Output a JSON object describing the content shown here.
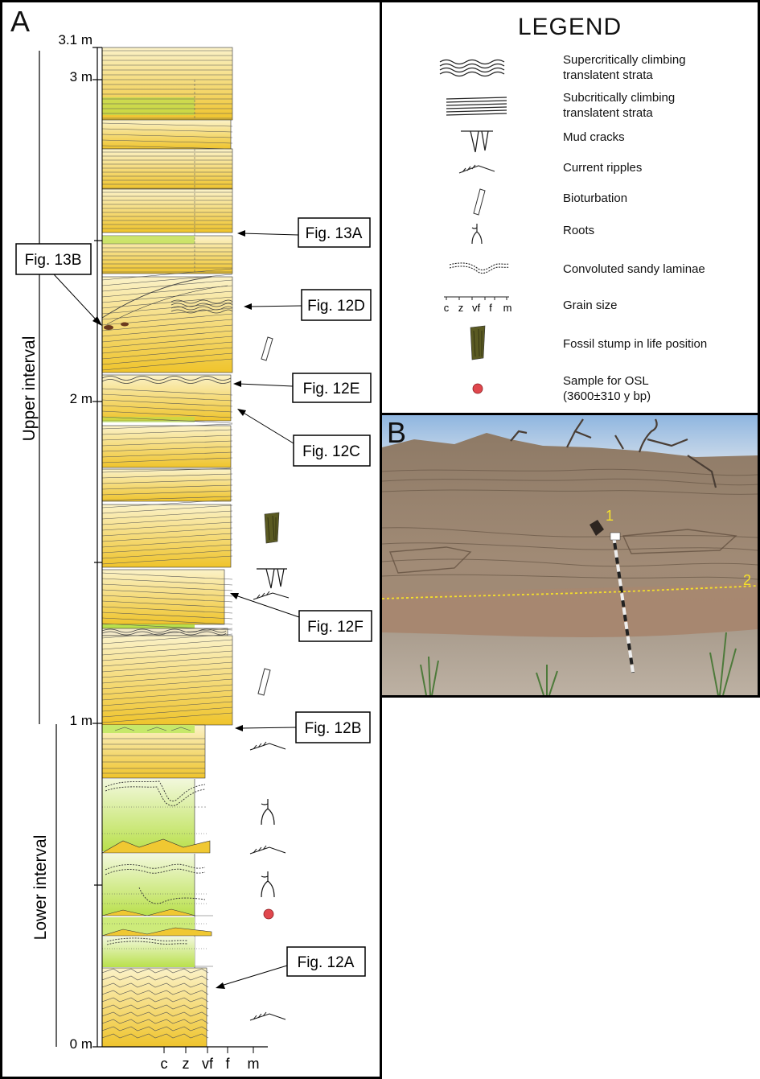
{
  "panel_a": {
    "letter": "A",
    "depth_labels": {
      "top": "3.1 m",
      "m3": "3 m",
      "m2": "2 m",
      "m1": "1 m",
      "m0": "0 m"
    },
    "intervals": {
      "upper": "Upper interval",
      "lower": "Lower interval"
    },
    "grain_axis": {
      "c": "c",
      "z": "z",
      "vf": "vf",
      "f": "f",
      "m": "m"
    },
    "figure_refs": {
      "f13a": "Fig. 13A",
      "f13b": "Fig. 13B",
      "f12d": "Fig. 12D",
      "f12e": "Fig. 12E",
      "f12c": "Fig. 12C",
      "f12f": "Fig. 12F",
      "f12b": "Fig. 12B",
      "f12a": "Fig. 12A"
    },
    "colors": {
      "sand": "#f0c832",
      "sand_light": "#faf0c4",
      "silt": "#b8e04a",
      "silt_light": "#eef7d4"
    }
  },
  "legend": {
    "title": "LEGEND",
    "items": [
      {
        "line1": "Supercritically climbing",
        "line2": "translatent strata"
      },
      {
        "line1": "Subcritically climbing",
        "line2": "translatent strata"
      },
      {
        "line1": "Mud cracks"
      },
      {
        "line1": "Current ripples"
      },
      {
        "line1": "Bioturbation"
      },
      {
        "line1": "Roots"
      },
      {
        "line1": "Convoluted sandy laminae"
      },
      {
        "line1": "Grain size"
      },
      {
        "line1": "Fossil stump in life position"
      },
      {
        "line1": "Sample for OSL",
        "line2": "(3600±310 y bp)"
      }
    ],
    "grain_scale": {
      "c": "c",
      "z": "z",
      "vf": "vf",
      "f": "f",
      "m": "m"
    }
  },
  "panel_b": {
    "letter": "B",
    "marker1": "1",
    "marker2": "2",
    "colors": {
      "sky": "#a9c7e6",
      "sediment": "#9a8572",
      "sand": "#b5a898",
      "marker": "#f5e02a"
    }
  }
}
